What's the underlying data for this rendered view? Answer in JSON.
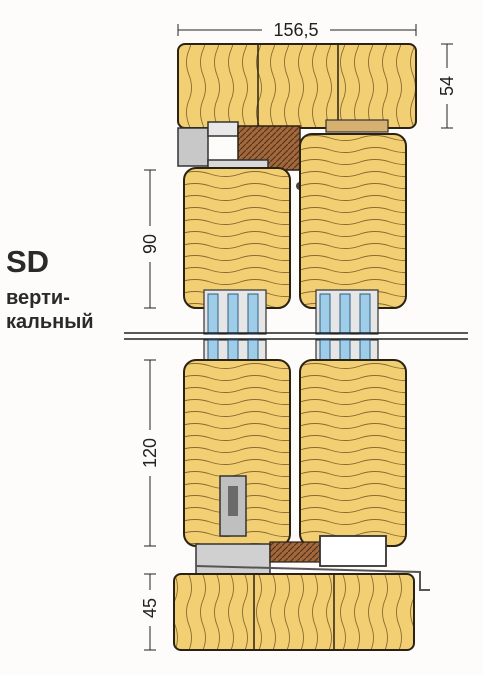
{
  "dimensions": {
    "top_width": "156,5",
    "top_height": "54",
    "sash_upper": "90",
    "sash_lower": "120",
    "sill": "45"
  },
  "label": {
    "code": "SD",
    "line1": "верти-",
    "line2": "кальный"
  },
  "colors": {
    "wood": "#f1cf72",
    "wood_grain": "#7a5a28",
    "outline": "#2b2214",
    "glass": "#9fcde8",
    "gasket": "#8a5a3a",
    "aluminium": "#c8c8c8",
    "line": "#222222"
  }
}
